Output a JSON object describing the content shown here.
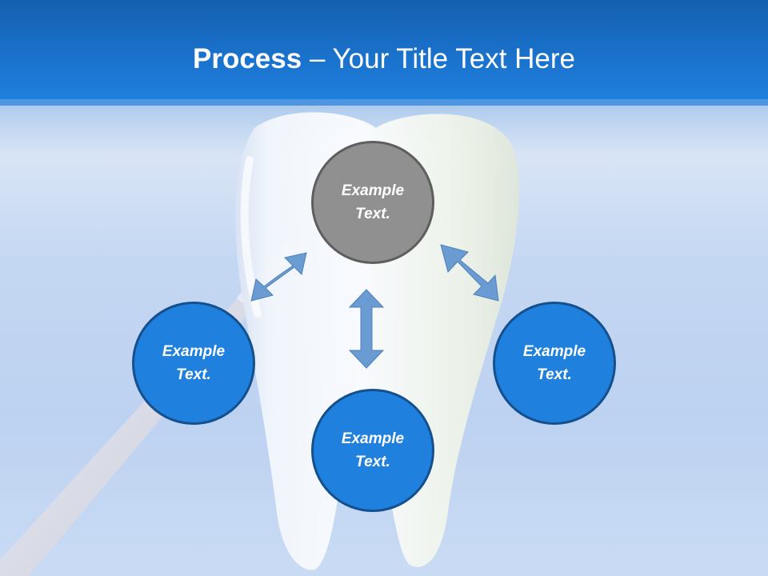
{
  "slide": {
    "title_bold": "Process",
    "title_rest": " – Your Title Text Here"
  },
  "nodes": {
    "top": "Example Text.",
    "left": "Example Text.",
    "bottom": "Example Text.",
    "right": "Example Text."
  },
  "colors": {
    "header": "#1a72cc",
    "node_primary": "#1f80de",
    "node_center": "#909090",
    "arrow": "#6a9bd2"
  }
}
